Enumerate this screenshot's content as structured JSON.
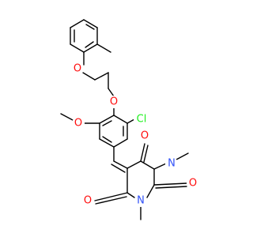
{
  "structure": {
    "atoms": {
      "o_ether_top": {
        "label": "O",
        "color": "#ff0d0d"
      },
      "o_phenoxy": {
        "label": "O",
        "color": "#ff0d0d"
      },
      "o_methoxy": {
        "label": "O",
        "color": "#ff0d0d"
      },
      "cl": {
        "label": "Cl",
        "color": "#1ff01f"
      },
      "o_carbonyl_top": {
        "label": "O",
        "color": "#ff0d0d"
      },
      "n_top": {
        "label": "N",
        "color": "#3050f8"
      },
      "o_carbonyl_right": {
        "label": "O",
        "color": "#ff0d0d"
      },
      "n_bottom": {
        "label": "N",
        "color": "#3050f8"
      },
      "o_carbonyl_bottom": {
        "label": "O",
        "color": "#ff0d0d"
      }
    },
    "bond_color": "#000000"
  }
}
